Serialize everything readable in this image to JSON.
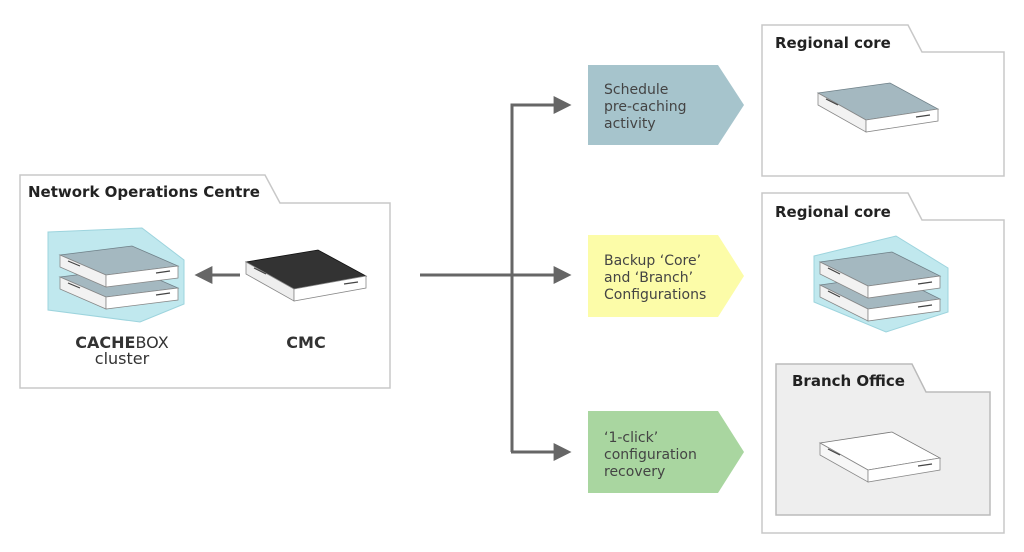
{
  "noc": {
    "title": "Network Operations Centre",
    "cluster_label_bold": "CACHE",
    "cluster_label_rest": "BOX",
    "cluster_label_line2": "cluster",
    "cmc_label": "CMC"
  },
  "regional_core_1": {
    "title": "Regional core"
  },
  "regional_core_2": {
    "title": "Regional core"
  },
  "branch_office": {
    "title": "Branch Office"
  },
  "steps": [
    {
      "lines": [
        "Schedule",
        "pre-caching",
        "activity"
      ],
      "color": "#a6c4cc"
    },
    {
      "lines": [
        "Backup ‘Core’",
        "and ‘Branch’",
        "Configurations"
      ],
      "color": "#fcfca8"
    },
    {
      "lines": [
        "‘1-click’",
        "configuration",
        "recovery"
      ],
      "color": "#a9d6a0"
    }
  ],
  "colors": {
    "arrow": "#666666",
    "folder_border": "#c8c8c8",
    "branch_fill": "#eeeeee",
    "device_blue": "#a4b8c0",
    "device_dark": "#333333",
    "device_white": "#ffffff",
    "cluster_glow": "#b6e4ec"
  }
}
